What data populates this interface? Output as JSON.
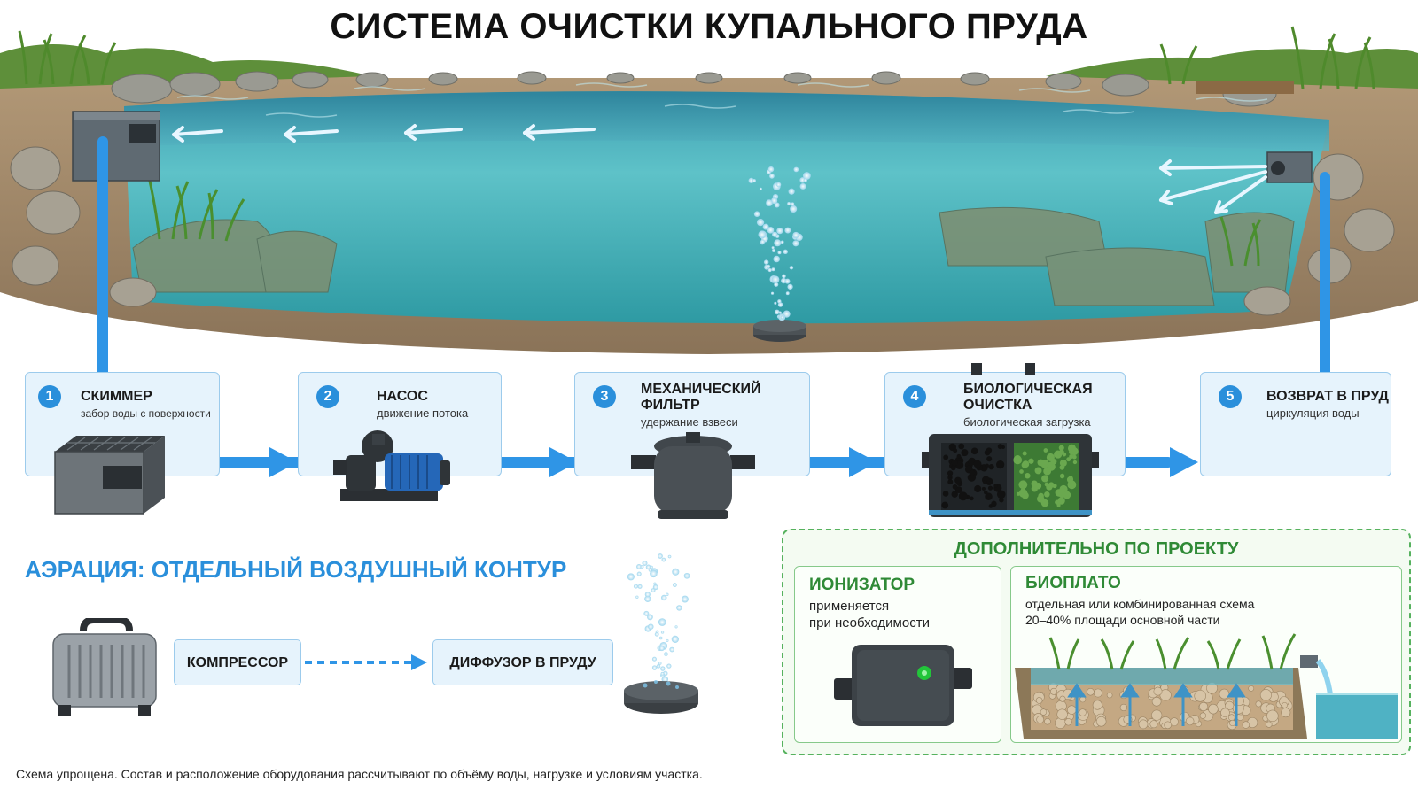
{
  "title": "СИСТЕМА ОЧИСТКИ КУПАЛЬНОГО ПРУДА",
  "steps": [
    {
      "num": "1",
      "title": "СКИММЕР",
      "subtitle": "забор воды с поверхности"
    },
    {
      "num": "2",
      "title": "НАСОС",
      "subtitle": "движение потока"
    },
    {
      "num": "3",
      "title_line1": "МЕХАНИЧЕСКИЙ",
      "title_line2": "ФИЛЬТР",
      "subtitle": "удержание взвеси"
    },
    {
      "num": "4",
      "title_line1": "БИОЛОГИЧЕСКАЯ",
      "title_line2": "ОЧИСТКА",
      "subtitle": "биологическая загрузка"
    },
    {
      "num": "5",
      "title": "ВОЗВРАТ В ПРУД",
      "subtitle": "циркуляция воды"
    }
  ],
  "aeration": {
    "title_prefix": "АЭРАЦИЯ:",
    "title_rest": " ОТДЕЛЬНЫЙ ВОЗДУШНЫЙ КОНТУР",
    "compressor": "КОМПРЕССОР",
    "diffuser": "ДИФФУЗОР В ПРУДУ"
  },
  "extra": {
    "title": "ДОПОЛНИТЕЛЬНО ПО ПРОЕКТУ",
    "ionizer": {
      "title": "ИОНИЗАТОР",
      "line1": "применяется",
      "line2": "при необходимости"
    },
    "bioplato": {
      "title": "БИОПЛАТО",
      "line1": "отдельная или комбинированная схема",
      "line2": "20–40% площади основной части"
    }
  },
  "footnote": "Схема упрощена. Состав и расположение оборудования рассчитывают по объёму воды, нагрузке и условиям участка.",
  "colors": {
    "pipe": "#2f95e6",
    "accent": "#2a8fdb",
    "green": "#2f8a36",
    "water": "#4fb8c6"
  },
  "icons": [
    "skimmer-icon",
    "pump-icon",
    "mechanical-filter-icon",
    "bio-filter-icon",
    "compressor-icon",
    "diffuser-icon",
    "ionizer-icon",
    "bioplato-icon"
  ]
}
